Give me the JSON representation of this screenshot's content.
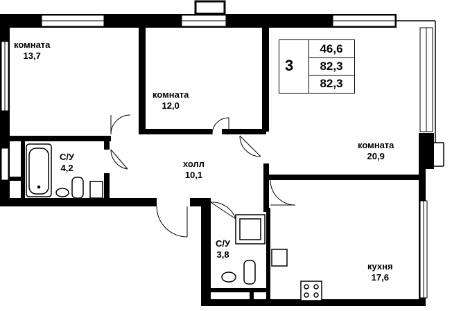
{
  "plan": {
    "summary": {
      "rooms_count": "3",
      "living_area": "46,6",
      "total_area": "82,3",
      "total_area_with_balcony": "82,3"
    },
    "rooms": {
      "room_1": {
        "name": "комната",
        "area": "13,7"
      },
      "room_2": {
        "name": "комната",
        "area": "12,0"
      },
      "room_3": {
        "name": "комната",
        "area": "20,9"
      },
      "hall": {
        "name": "холл",
        "area": "10,1"
      },
      "bath_1": {
        "name": "С/У",
        "area": "4,2"
      },
      "bath_2": {
        "name": "С/У",
        "area": "3,8"
      },
      "kitchen": {
        "name": "кухня",
        "area": "17,6"
      }
    }
  }
}
